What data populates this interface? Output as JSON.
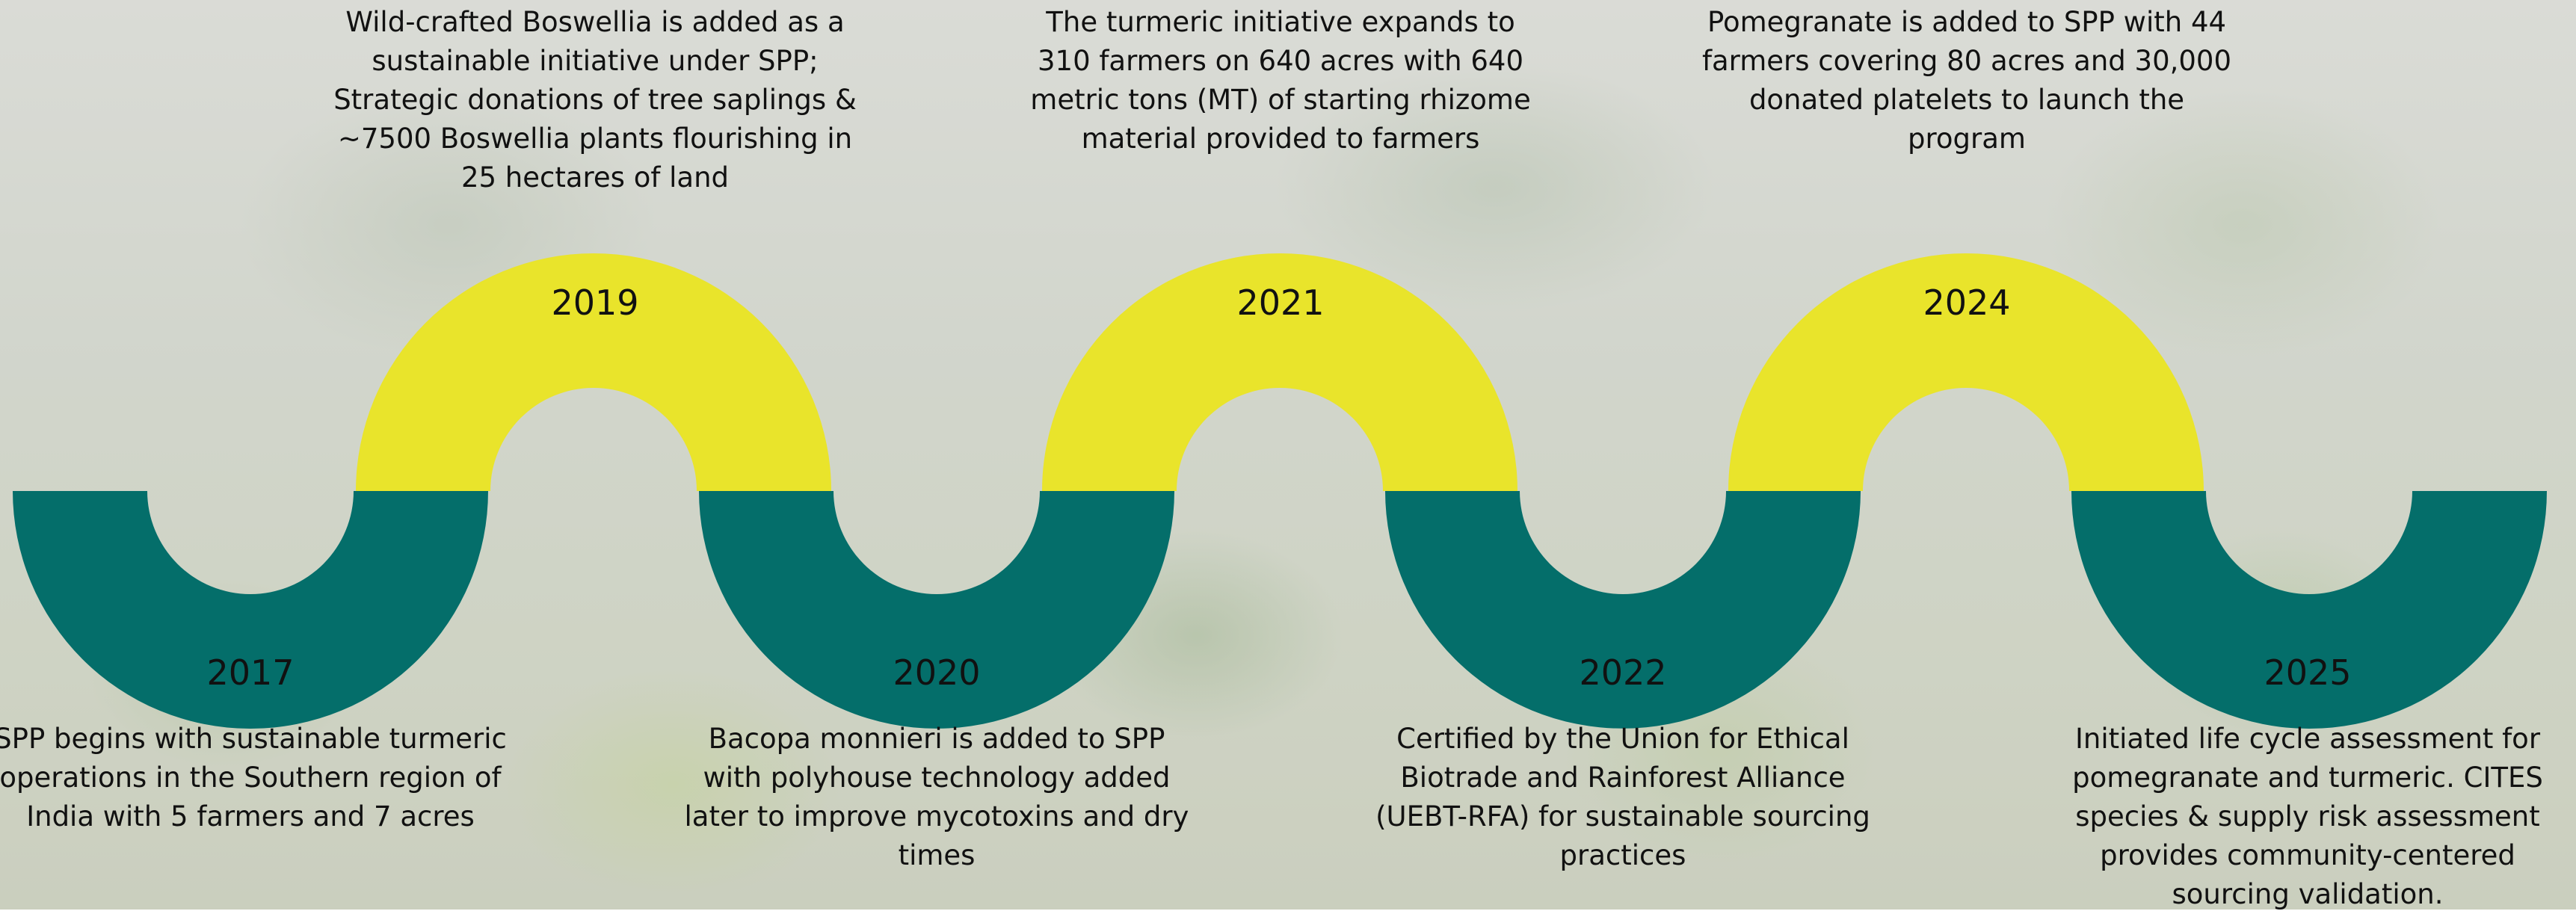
{
  "milestones": [
    {
      "year": "2017",
      "text": "SPP begins with sustainable turmeric operations in the Southern region of India with 5 farmers and 7 acres"
    },
    {
      "year": "2019",
      "text": "Wild-crafted Boswellia is added as a sustainable initiative under SPP; Strategic donations of tree saplings & ~7500 Boswellia plants flourishing in 25 hectares of land"
    },
    {
      "year": "2020",
      "text": "Bacopa monnieri is added to SPP with polyhouse technology added later to improve mycotoxins and dry times"
    },
    {
      "year": "2021",
      "text": "The turmeric initiative expands to 310 farmers on 640 acres with 640 metric tons (MT) of starting rhizome material provided to farmers"
    },
    {
      "year": "2022",
      "text": "Certified by the Union for Ethical Biotrade and Rainforest Alliance (UEBT-RFA) for sustainable sourcing practices"
    },
    {
      "year": "2024",
      "text": "Pomegranate is added to SPP with 44 farmers covering 80 acres and 30,000 donated platelets to launch the program"
    },
    {
      "year": "2025",
      "text": "Initiated life cycle assessment for pomegranate and turmeric. CITES species & supply risk assessment provides community-centered sourcing validation."
    }
  ],
  "colors": {
    "upper_arc": "#046e6a",
    "lower_arc": "#e9e42b"
  }
}
